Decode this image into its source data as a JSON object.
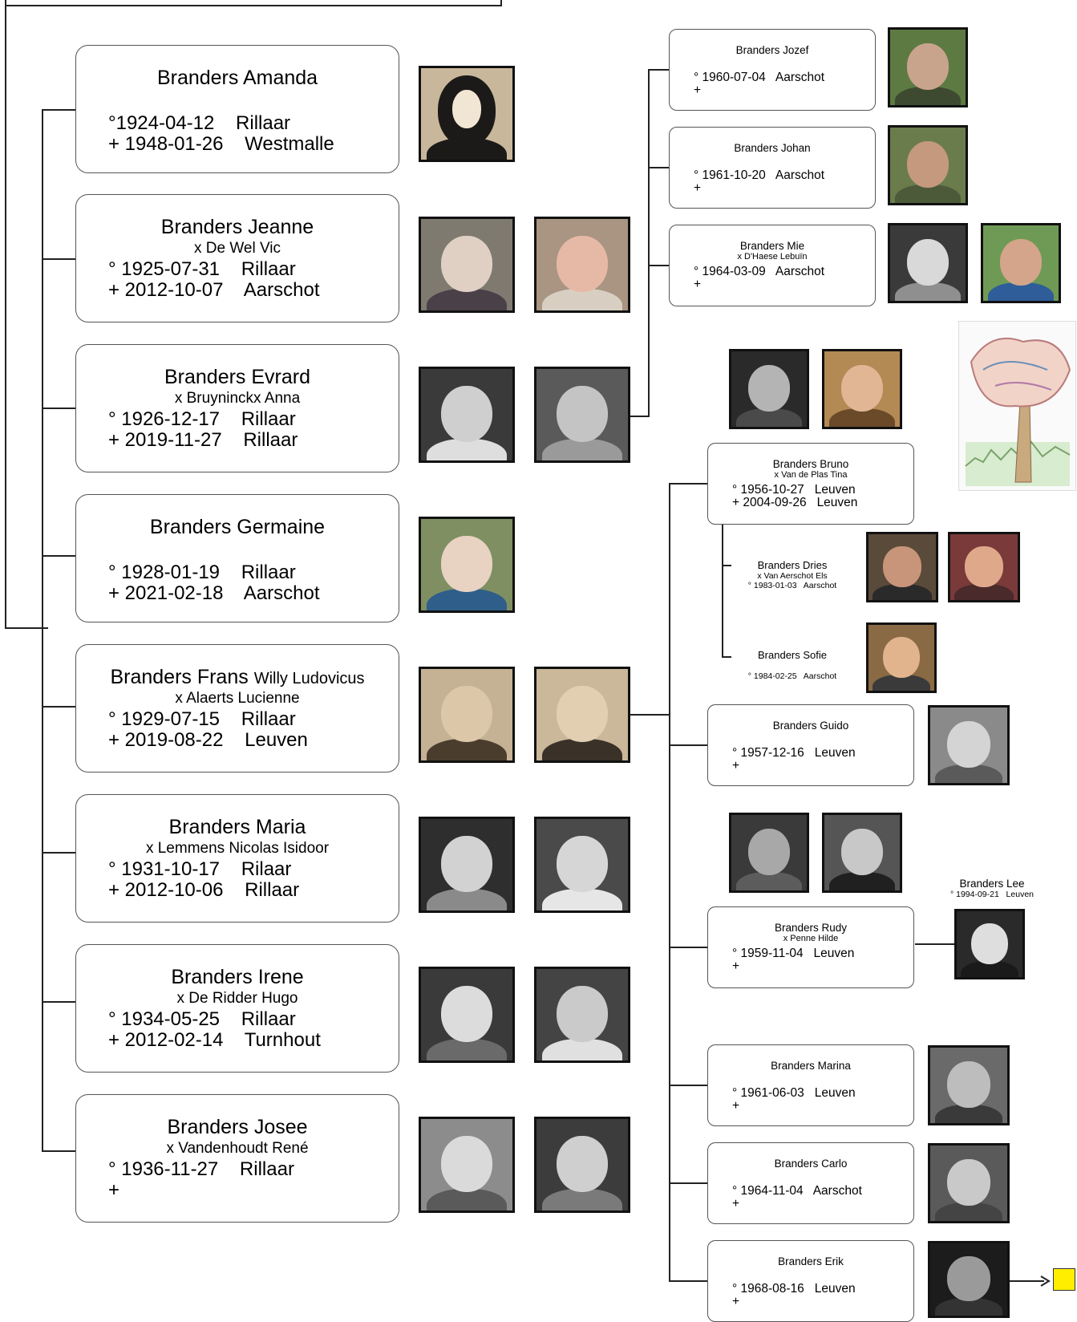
{
  "generation1": [
    {
      "name": "Branders Amanda",
      "spouse": "",
      "birth": "°1924-04-12    Rillaar",
      "death": "+ 1948-01-26    Westmalle"
    },
    {
      "name": "Branders Jeanne",
      "spouse": "x De Wel Vic",
      "birth": "° 1925-07-31    Rillaar",
      "death": "+ 2012-10-07    Aarschot"
    },
    {
      "name": "Branders Evrard",
      "spouse": "x Bruyninckx Anna",
      "birth": "° 1926-12-17    Rillaar",
      "death": "+ 2019-11-27    Rillaar"
    },
    {
      "name": "Branders Germaine",
      "spouse": "",
      "birth": "° 1928-01-19    Rillaar",
      "death": "+ 2021-02-18    Aarschot"
    },
    {
      "name": "Branders Frans",
      "name_extra": "Willy Ludovicus",
      "spouse": "x Alaerts Lucienne",
      "birth": "° 1929-07-15    Rillaar",
      "death": "+ 2019-08-22    Leuven"
    },
    {
      "name": "Branders Maria",
      "spouse": "x Lemmens Nicolas Isidoor",
      "birth": "° 1931-10-17    Rilaar",
      "death": "+ 2012-10-06    Rillaar"
    },
    {
      "name": "Branders Irene",
      "spouse": "x De Ridder Hugo",
      "birth": "° 1934-05-25    Rillaar",
      "death": "+ 2012-02-14    Turnhout"
    },
    {
      "name": "Branders Josee",
      "spouse": "x Vandenhoudt René",
      "birth": "° 1936-11-27    Rillaar",
      "death": "+"
    }
  ],
  "evrard_children": [
    {
      "name": "Branders Jozef",
      "spouse": "",
      "birth": "° 1960-07-04   Aarschot",
      "death": "+"
    },
    {
      "name": "Branders Johan",
      "spouse": "",
      "birth": "° 1961-10-20   Aarschot",
      "death": "+"
    },
    {
      "name": "Branders Mie",
      "spouse": "x D'Haese Lebuïn",
      "birth": "° 1964-03-09   Aarschot",
      "death": "+"
    }
  ],
  "frans_children": [
    {
      "name": "Branders Bruno",
      "spouse": "x Van de Plas Tina",
      "birth": "° 1956-10-27   Leuven",
      "death": "+ 2004-09-26   Leuven"
    },
    {
      "name": "Branders Guido",
      "spouse": "",
      "birth": "° 1957-12-16   Leuven",
      "death": "+"
    },
    {
      "name": "Branders Rudy",
      "spouse": "x Penne Hilde",
      "birth": "° 1959-11-04   Leuven",
      "death": "+"
    },
    {
      "name": "Branders Marina",
      "spouse": "",
      "birth": "° 1961-06-03   Leuven",
      "death": "+"
    },
    {
      "name": "Branders Carlo",
      "spouse": "",
      "birth": "° 1964-11-04   Aarschot",
      "death": "+"
    },
    {
      "name": "Branders Erik",
      "spouse": "",
      "birth": "° 1968-08-16   Leuven",
      "death": "+"
    }
  ],
  "bruno_children": [
    {
      "name": "Branders Dries",
      "spouse": "x Van Aerschot Els",
      "birth": "° 1983-01-03   Aarschot"
    },
    {
      "name": "Branders Sofie",
      "birth": "° 1984-02-25   Aarschot"
    }
  ],
  "rudy_child": {
    "name": "Branders Lee",
    "birth": "° 1994-09-21   Leuven"
  },
  "colors": {
    "line": "#222222",
    "box_border": "#555555",
    "next_page_marker": "#ffee00"
  }
}
